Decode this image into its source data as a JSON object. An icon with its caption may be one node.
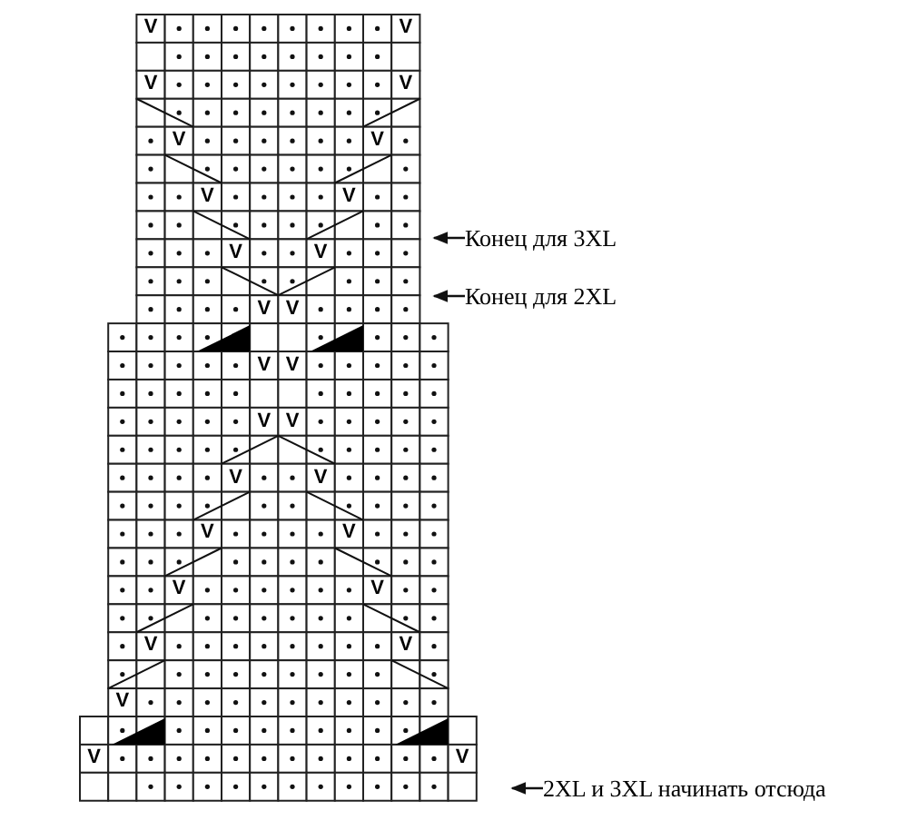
{
  "diagram": {
    "nodes": [
      {
        "text": [
          "Конец для 3XL"
        ]
      },
      {
        "text": [
          "Конец для 2XL"
        ]
      },
      {
        "text": [
          "2XL и 3XL начинать отсюда"
        ]
      }
    ],
    "edges": [
      {
        "from": 0,
        "to": null,
        "arrow": "to"
      },
      {
        "from": 1,
        "to": null,
        "arrow": "to"
      },
      {
        "from": 2,
        "to": null,
        "arrow": "to"
      }
    ],
    "labels": [
      "V",
      "V",
      "V",
      "V",
      "V",
      "V",
      "V",
      "V",
      "V",
      "V",
      "V",
      "V",
      "V",
      "V",
      "V",
      "V",
      "V",
      "V",
      "V",
      "V",
      "V",
      "V",
      "V",
      "V",
      "V",
      "V",
      "V"
    ]
  }
}
